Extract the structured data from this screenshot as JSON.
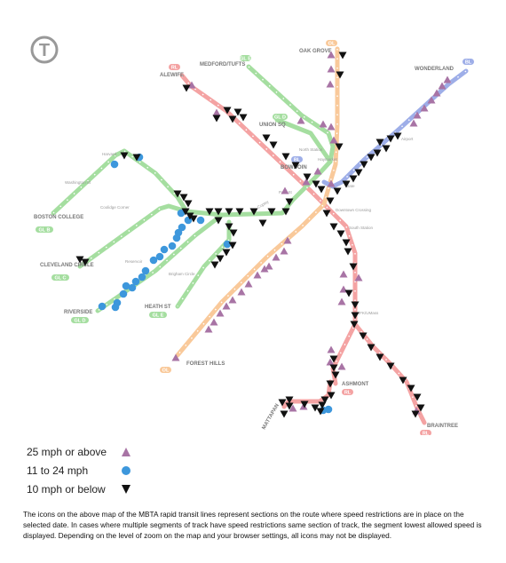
{
  "colors": {
    "red": "#f4a3a3",
    "orange": "#f9c99a",
    "green": "#a5dea0",
    "blue": "#9eaee8",
    "gray": "#999999",
    "sym_purple": "#a874a5",
    "sym_blue": "#3d97dc",
    "sym_black": "#111111"
  },
  "logo": {
    "letter": "T"
  },
  "labels": {
    "oak_grove": "OAK GROVE",
    "alewife": "ALEWIFE",
    "medford_tufts": "MEDFORD/TUFTS",
    "union_sq": "UNION SQ",
    "wonderland": "WONDERLAND",
    "bowdoin": "BOWDOIN",
    "boston_college": "BOSTON COLLEGE",
    "cleveland_circle": "CLEVELAND CIRCLE",
    "riverside": "RIVERSIDE",
    "heath_st": "HEATH ST",
    "forest_hills": "FOREST HILLS",
    "ashmont": "ASHMONT",
    "braintree": "BRAINTREE",
    "mattapan": "MATTAPAN"
  },
  "small_labels": {
    "harvard": "Harvard",
    "washington_st": "Washington St",
    "coolidge_corner": "Coolidge Corner",
    "reservoir": "Reservoir",
    "brigham_circle": "Brigham Circle",
    "north_station": "North Station",
    "haymarket": "Haymarket",
    "state": "State",
    "park_st": "Park St",
    "copley": "Copley",
    "downtown_crossing": "Downtown Crossing",
    "south_station": "South Station",
    "jfk_umass": "JFK/UMass",
    "airport": "Airport"
  },
  "badges": {
    "ol": "OL",
    "rl": "RL",
    "gl": "GL",
    "bl": "BL",
    "gl_e": "E",
    "gl_d": "D",
    "gl_b": "B",
    "gl_c": "C"
  },
  "legend": [
    {
      "label": "25 mph or above",
      "symbol": "triangle-up",
      "color": "#a874a5"
    },
    {
      "label": "11 to 24 mph",
      "symbol": "circle",
      "color": "#3d97dc"
    },
    {
      "label": "10 mph or below",
      "symbol": "triangle-down",
      "color": "#111111"
    }
  ],
  "note": "The icons on the above map of the MBTA rapid transit lines represent sections on the route where speed restrictions are in place on the selected date. In cases where multiple segments of track have speed restrictions same section of track, the segment lowest allowed speed is displayed. Depending on the level of zoom on the map and your browser settings, all icons may not be displayed."
}
